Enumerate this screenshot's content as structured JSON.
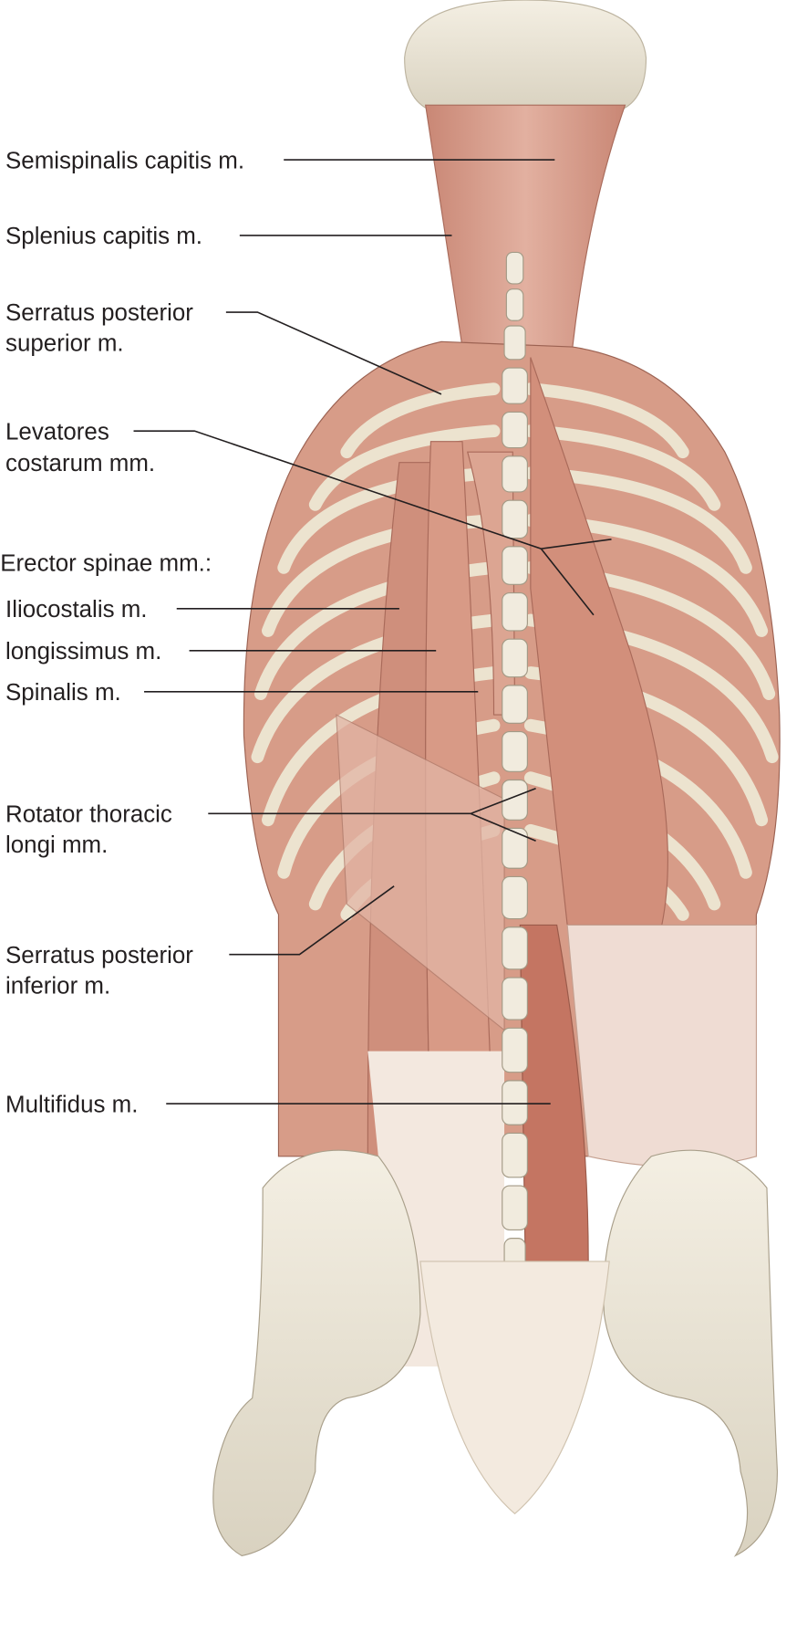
{
  "labels": {
    "semispinalis_capitis": "Semispinalis capitis m.",
    "splenius_capitis": "Splenius capitis m.",
    "serratus_posterior_superior_1": "Serratus posterior",
    "serratus_posterior_superior_2": "superior m.",
    "levatores_costarum_1": "Levatores",
    "levatores_costarum_2": "costarum mm.",
    "erector_spinae": "Erector spinae mm.:",
    "iliocostalis": "Iliocostalis m.",
    "longissimus": "longissimus m.",
    "spinalis": "Spinalis m.",
    "rotator_thoracic_1": "Rotator thoracic",
    "rotator_thoracic_2": "longi mm.",
    "serratus_posterior_inferior_1": "Serratus posterior",
    "serratus_posterior_inferior_2": "inferior m.",
    "multifidus": "Multifidus m."
  },
  "colors": {
    "muscle": "#d9a08c",
    "muscle_dark": "#c27f6d",
    "bone": "#ece6d6",
    "tendon": "#f1e4dc"
  }
}
